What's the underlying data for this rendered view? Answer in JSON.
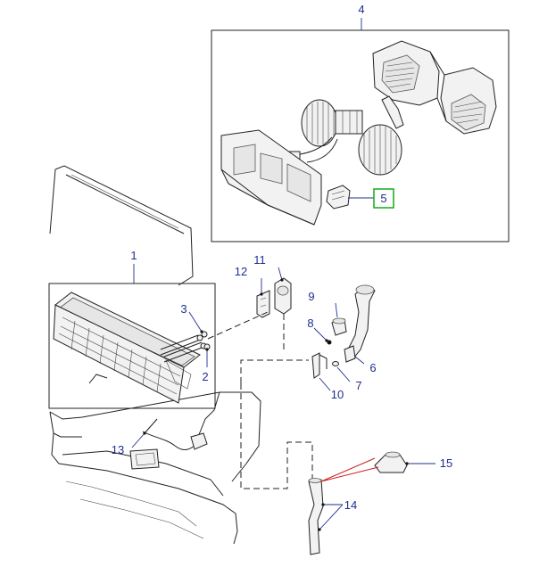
{
  "callouts": {
    "c1": "1",
    "c2": "2",
    "c3": "3",
    "c4": "4",
    "c5": "5",
    "c6": "6",
    "c7": "7",
    "c8": "8",
    "c9": "9",
    "c10": "10",
    "c11": "11",
    "c12": "12",
    "c13": "13",
    "c14": "14",
    "c15": "15"
  },
  "highlighted_callout": "5",
  "colors": {
    "callout_text": "#1f2f8f",
    "highlight_box": "#22b022",
    "pointer_red": "#cc2020",
    "line": "#222222"
  }
}
